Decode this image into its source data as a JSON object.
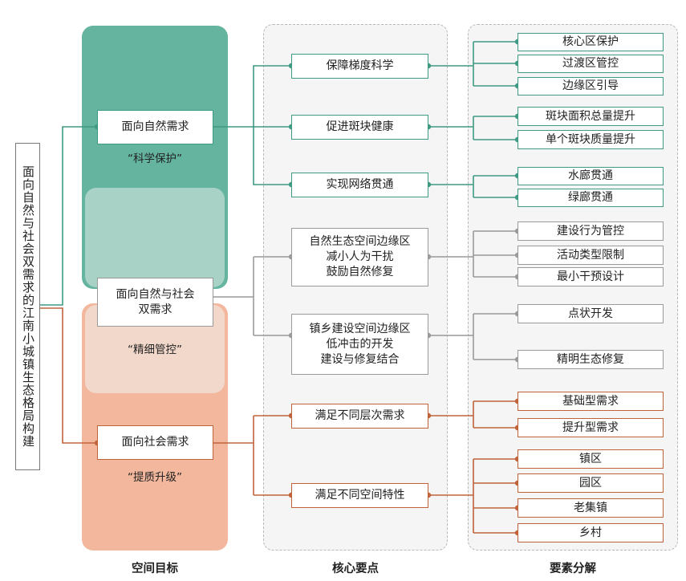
{
  "root": {
    "label": "面向自然与社会双需求的江南小城镇生态格局构建"
  },
  "colors": {
    "green": "#3f9a83",
    "gray": "#9a9a9a",
    "orange": "#c0633b"
  },
  "goals": {
    "natural": {
      "label": "面向自然需求",
      "quote": "“科学保护”"
    },
    "dual": {
      "label": "面向自然与社会\n双需求",
      "quote": "“精细管控”"
    },
    "social": {
      "label": "面向社会需求",
      "quote": "“提质升级”"
    }
  },
  "points": [
    {
      "label": "保障梯度科学"
    },
    {
      "label": "促进斑块健康"
    },
    {
      "label": "实现网络贯通"
    },
    {
      "label": "自然生态空间边缘区\n减小人为干扰\n鼓励自然修复"
    },
    {
      "label": "镇乡建设空间边缘区\n低冲击的开发\n建设与修复结合"
    },
    {
      "label": "满足不同层次需求"
    },
    {
      "label": "满足不同空间特性"
    }
  ],
  "elements": [
    {
      "label": "核心区保护"
    },
    {
      "label": "过渡区管控"
    },
    {
      "label": "边缘区引导"
    },
    {
      "label": "斑块面积总量提升"
    },
    {
      "label": "单个斑块质量提升"
    },
    {
      "label": "水廊贯通"
    },
    {
      "label": "绿廊贯通"
    },
    {
      "label": "建设行为管控"
    },
    {
      "label": "活动类型限制"
    },
    {
      "label": "最小干预设计"
    },
    {
      "label": "点状开发"
    },
    {
      "label": "精明生态修复"
    },
    {
      "label": "基础型需求"
    },
    {
      "label": "提升型需求"
    },
    {
      "label": "镇区"
    },
    {
      "label": "园区"
    },
    {
      "label": "老集镇"
    },
    {
      "label": "乡村"
    }
  ],
  "footer": {
    "col1": "空间目标",
    "col2": "核心要点",
    "col3": "要素分解"
  }
}
